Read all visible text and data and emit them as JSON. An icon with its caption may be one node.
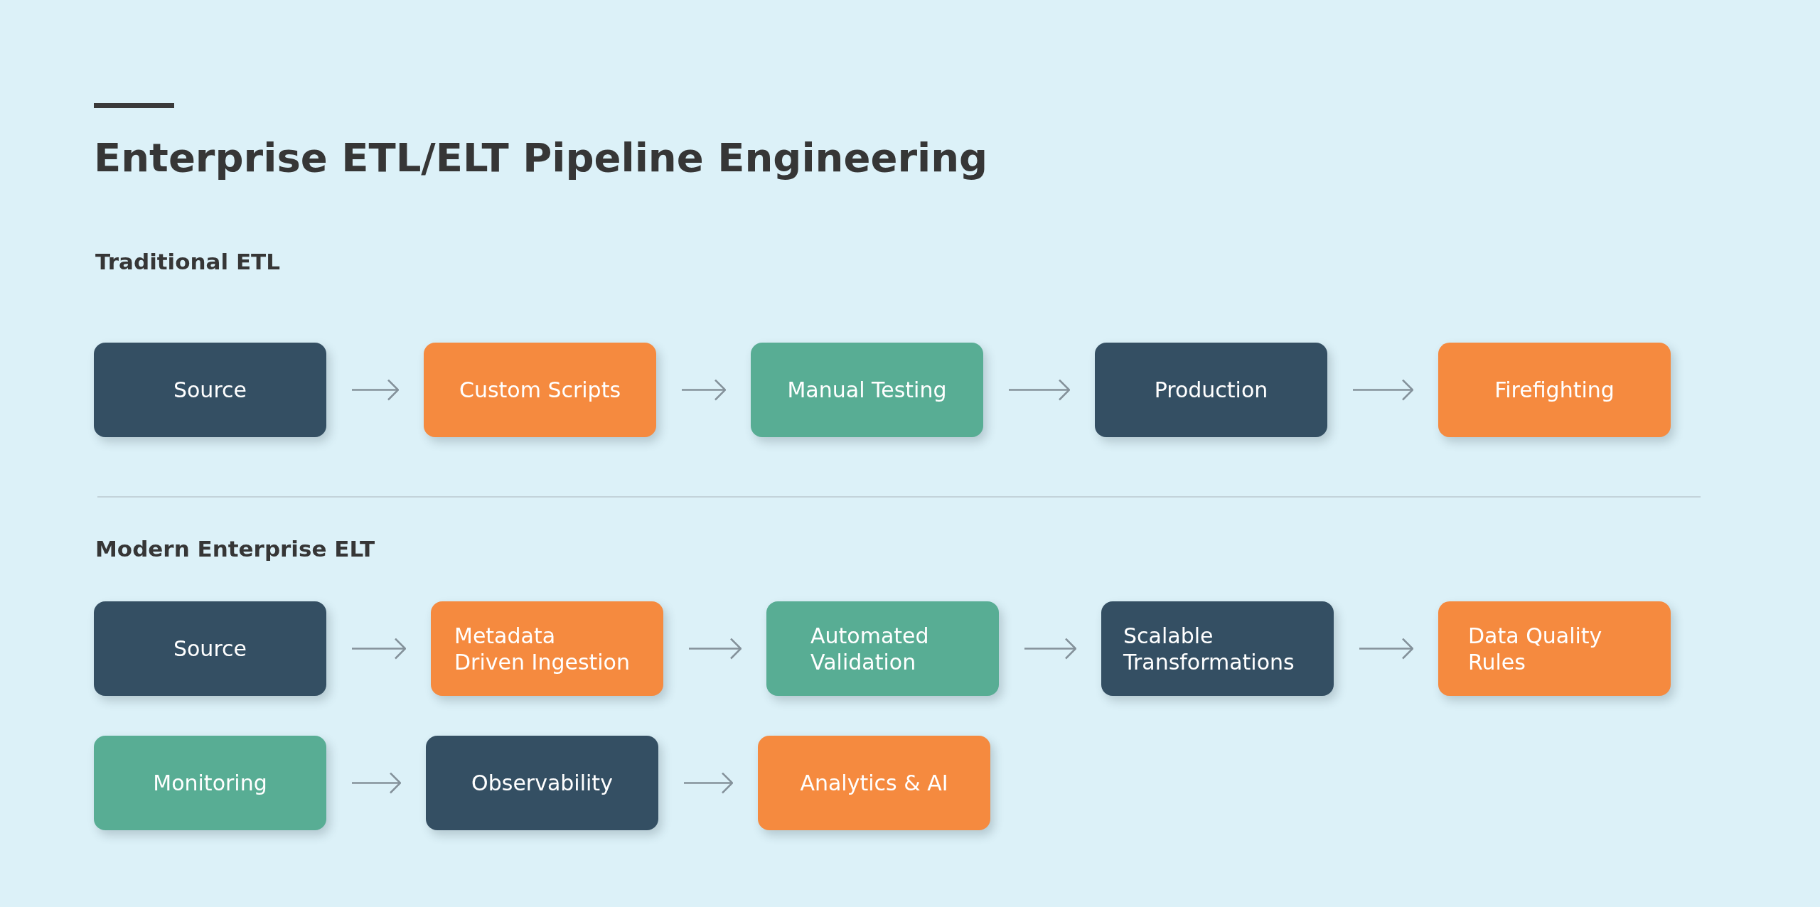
{
  "diagram": {
    "title": "Enterprise ETL/ELT Pipeline Engineering",
    "nodes": [
      {
        "text": [
          "Source"
        ]
      },
      {
        "text": [
          "Custom Scripts"
        ]
      },
      {
        "text": [
          "Manual Testing"
        ]
      },
      {
        "text": [
          "Production"
        ]
      },
      {
        "text": [
          "Firefighting"
        ]
      },
      {
        "text": [
          "Source"
        ]
      },
      {
        "text": [
          "Metadata Driven Ingestion"
        ]
      },
      {
        "text": [
          "Automated Validation"
        ]
      },
      {
        "text": [
          "Scalable Transformations"
        ]
      },
      {
        "text": [
          "Data Quality Rules"
        ]
      },
      {
        "text": [
          "Monitoring"
        ]
      },
      {
        "text": [
          "Observability"
        ]
      },
      {
        "text": [
          "Analytics & AI"
        ]
      }
    ],
    "edges": [
      {
        "from": 0,
        "to": 1,
        "arrow": "to"
      },
      {
        "from": 1,
        "to": 2,
        "arrow": "to"
      },
      {
        "from": 2,
        "to": 3,
        "arrow": "to"
      },
      {
        "from": 3,
        "to": 4,
        "arrow": "to"
      },
      {
        "from": 5,
        "to": 6,
        "arrow": "to"
      },
      {
        "from": 6,
        "to": 7,
        "arrow": "to"
      },
      {
        "from": 7,
        "to": 8,
        "arrow": "to"
      },
      {
        "from": 8,
        "to": 9,
        "arrow": "to"
      },
      {
        "from": 10,
        "to": 11,
        "arrow": "to"
      },
      {
        "from": 11,
        "to": 12,
        "arrow": "to"
      }
    ],
    "labels": [
      "Traditional ETL",
      "Modern Enterprise ELT"
    ]
  }
}
